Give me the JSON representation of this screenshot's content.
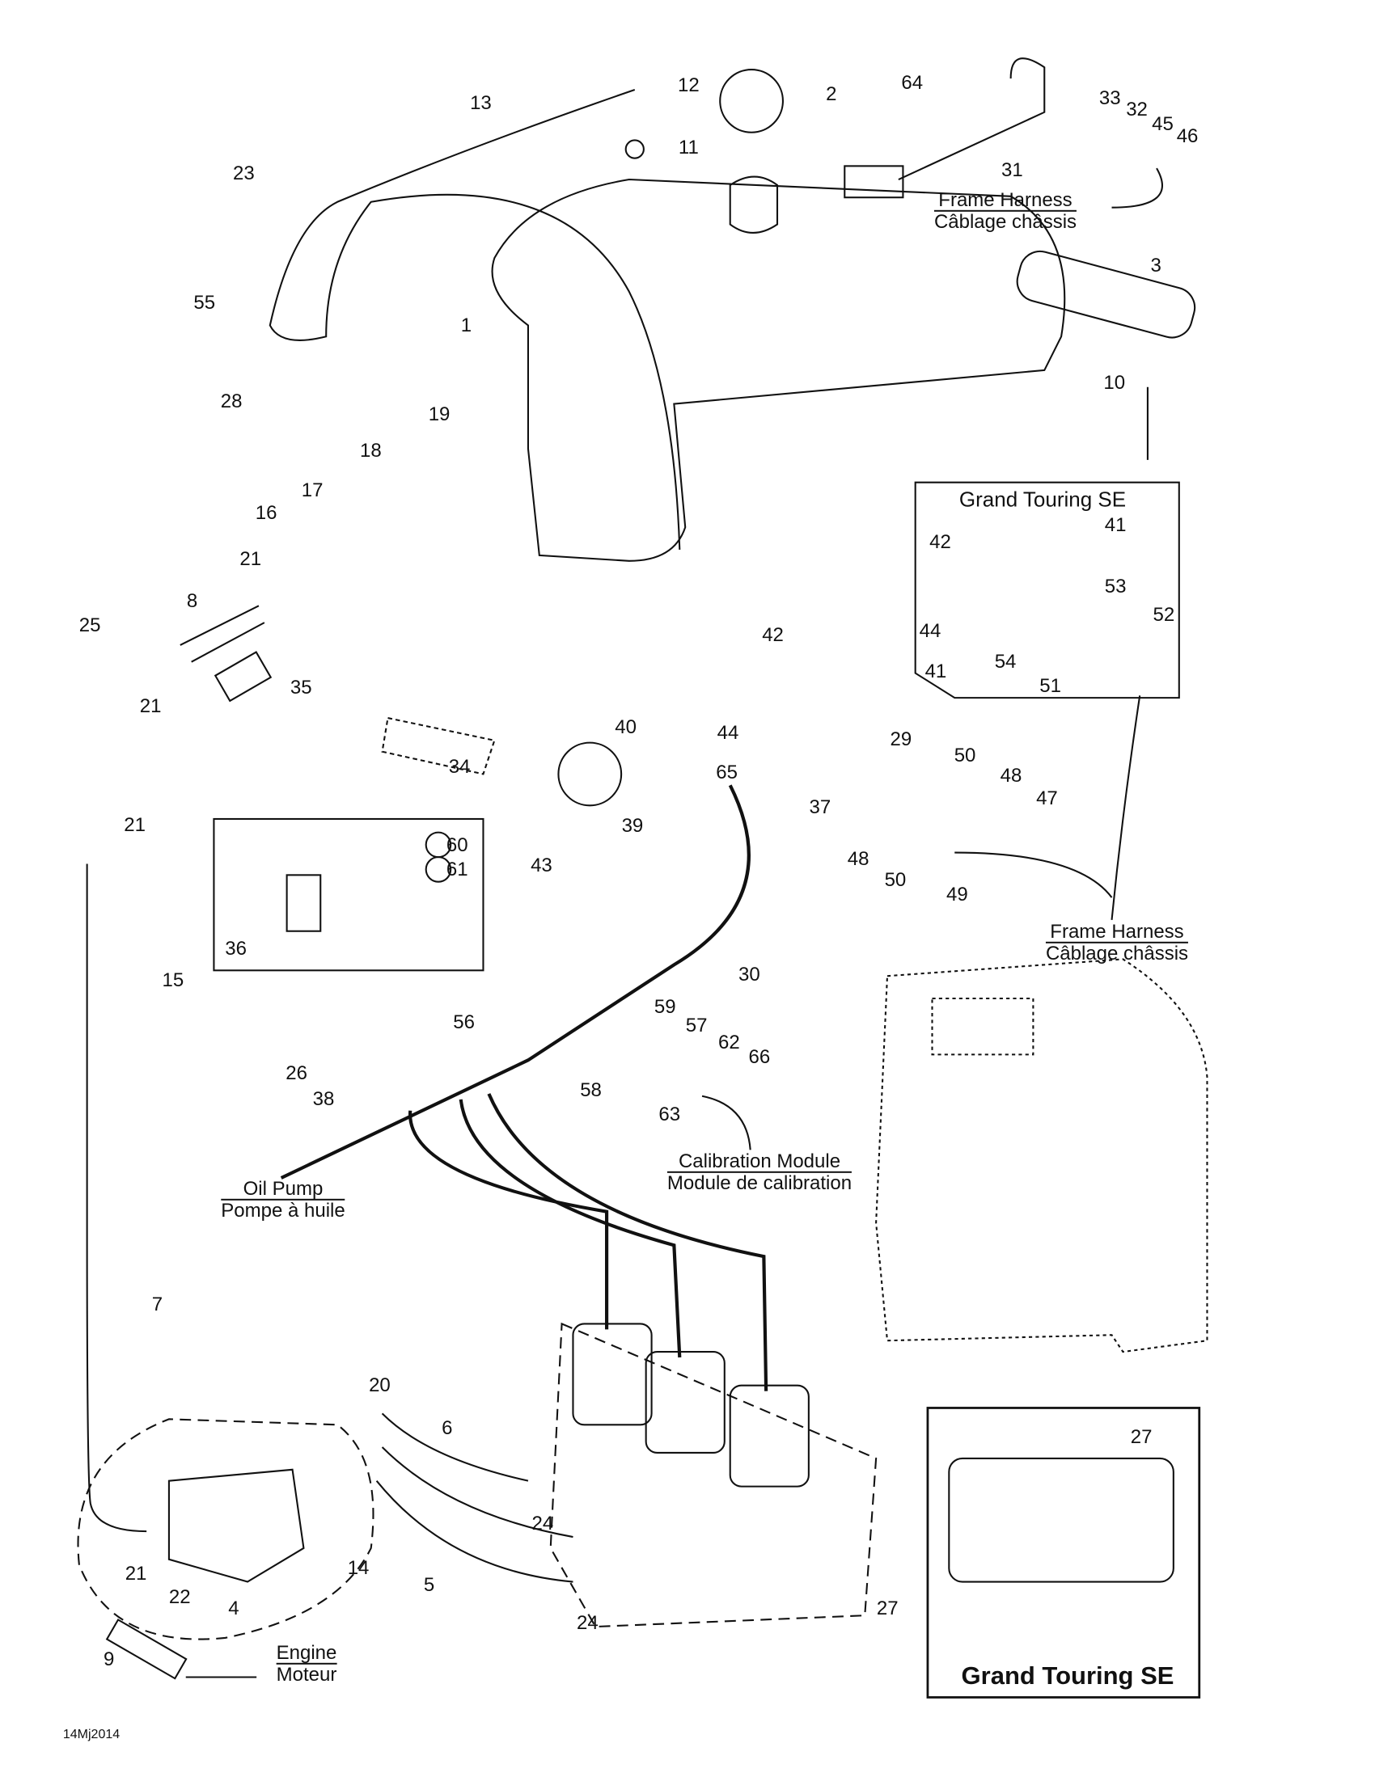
{
  "diagram": {
    "callouts": [
      "1",
      "2",
      "3",
      "4",
      "5",
      "6",
      "7",
      "8",
      "9",
      "10",
      "11",
      "12",
      "13",
      "14",
      "15",
      "16",
      "17",
      "18",
      "19",
      "20",
      "21",
      "22",
      "23",
      "24",
      "25",
      "26",
      "27",
      "28",
      "29",
      "30",
      "31",
      "32",
      "33",
      "34",
      "35",
      "36",
      "37",
      "38",
      "39",
      "40",
      "41",
      "42",
      "43",
      "44",
      "45",
      "46",
      "47",
      "48",
      "49",
      "50",
      "51",
      "52",
      "53",
      "54",
      "55",
      "56",
      "57",
      "58",
      "59",
      "60",
      "61",
      "62",
      "63",
      "64",
      "65",
      "66"
    ],
    "captions": {
      "frame_harness_en": "Frame Harness",
      "frame_harness_fr": "Câblage châssis",
      "calibration_en": "Calibration Module",
      "calibration_fr": "Module de calibration",
      "oil_pump_en": "Oil Pump",
      "oil_pump_fr": "Pompe à huile",
      "engine_en": "Engine",
      "engine_fr": "Moteur"
    },
    "inset_title": "Grand Touring SE",
    "inset_bottom_title": "Grand Touring SE",
    "drawing_code": "14Mj2014"
  }
}
